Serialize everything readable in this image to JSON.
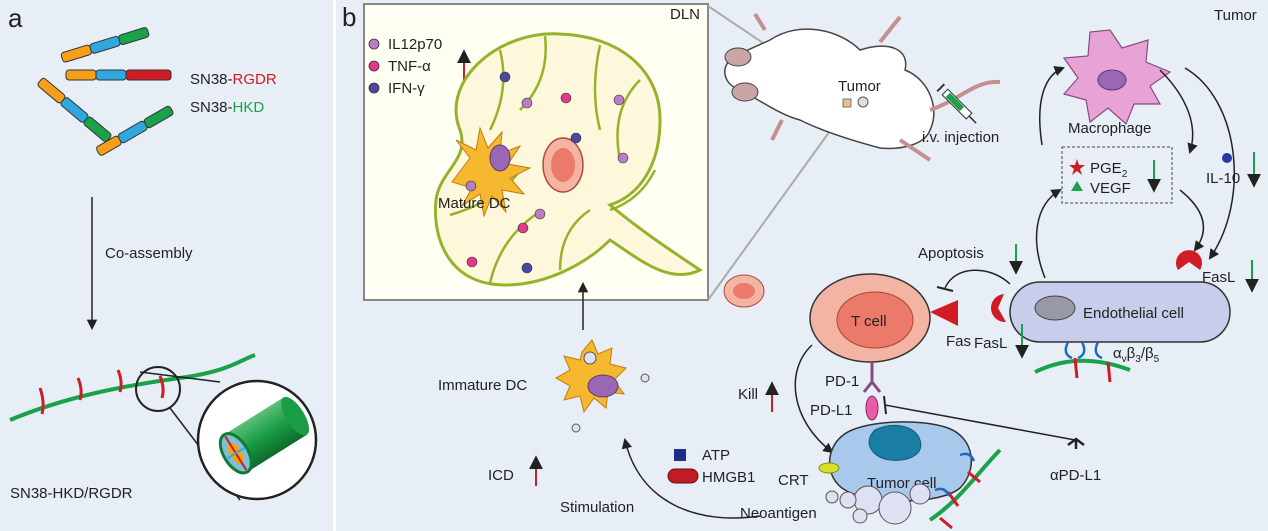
{
  "panel_a": {
    "letter": "a",
    "label_rgdr_prefix": "SN38-",
    "label_rgdr_suffix": "RGDR",
    "label_hkd_prefix": "SN38-",
    "label_hkd_suffix": "HKD",
    "process": "Co-assembly",
    "product": "SN38-HKD/RGDR"
  },
  "panel_b": {
    "letter": "b",
    "dln_title": "DLN",
    "tumor_region": "Tumor",
    "mouse_tumor": "Tumor",
    "injection": "i.v. injection",
    "legend": [
      "IL12p70",
      "TNF-α",
      "IFN-γ"
    ],
    "mature_dc": "Mature DC",
    "immature_dc": "Immature DC",
    "macrophage": "Macrophage",
    "pge2": "PGE",
    "pge2_sub": "2",
    "vegf": "VEGF",
    "il10": "IL-10",
    "apoptosis": "Apoptosis",
    "fasl_right": "FasL",
    "fasl_left": "FasL",
    "fas": "Fas",
    "t_cell": "T cell",
    "endothelial": "Endothelial cell",
    "integrin_alpha": "α",
    "integrin_v": "v",
    "integrin_beta3": "β",
    "integrin_3": "3",
    "integrin_slash": "/β",
    "integrin_5": "5",
    "pd1": "PD-1",
    "pdl1": "PD-L1",
    "kill": "Kill",
    "tumor_cell": "Tumor cell",
    "crt": "CRT",
    "atp": "ATP",
    "hmgb1": "HMGB1",
    "icd": "ICD",
    "stimulation": "Stimulation",
    "neoantigen": "Neoantigen",
    "apdl1": "αPD-L1"
  },
  "colors": {
    "panel_bg": "#e8eef6",
    "arrow_up": "#d01c24",
    "arrow_down": "#1aa24a",
    "fiber": "#1aa24a",
    "rgdr": "#d01c24",
    "orange": "#f6a01a",
    "blue": "#2fa8e0",
    "dln_fill": "#fdf8dc",
    "dln_stroke": "#97b22a",
    "dc": "#f5b82e",
    "t_cell": "#f3b4a4",
    "macrophage": "#e7a3d6",
    "endothelial": "#c7cdea",
    "tumor_cell": "#a9c9ec"
  }
}
